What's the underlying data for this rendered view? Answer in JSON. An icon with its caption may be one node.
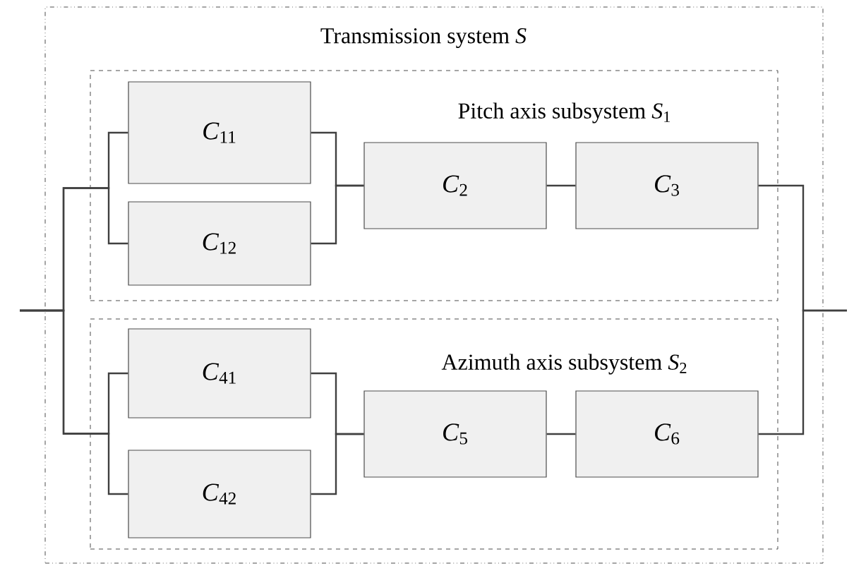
{
  "diagram": {
    "nodes": [
      {
        "text": [
          "Transmission system *S*"
        ]
      },
      {
        "text": [
          "Pitch axis subsystem *S*$_{1}$"
        ],
        "in": 0
      },
      {
        "text": [
          "*C*$_{11}$"
        ],
        "in": 1
      },
      {
        "text": [
          "*C*$_{12}$"
        ],
        "in": 1
      },
      {
        "text": [
          "*C*$_{2}$"
        ],
        "in": 1
      },
      {
        "text": [
          "*C*$_{3}$"
        ],
        "in": 1
      },
      {
        "text": [
          "Azimuth axis subsystem *S*$_{2}$"
        ],
        "in": 0
      },
      {
        "text": [
          "*C*$_{41}$"
        ],
        "in": 6
      },
      {
        "text": [
          "*C*$_{42}$"
        ],
        "in": 6
      },
      {
        "text": [
          "*C*$_{5}$"
        ],
        "in": 6
      },
      {
        "text": [
          "*C*$_{6}$"
        ],
        "in": 6
      }
    ],
    "edges": [
      {
        "from": null,
        "to": 2,
        "arrow": "none"
      },
      {
        "from": null,
        "to": 3,
        "arrow": "none"
      },
      {
        "from": null,
        "to": 7,
        "arrow": "none"
      },
      {
        "from": null,
        "to": 8,
        "arrow": "none"
      },
      {
        "from": 2,
        "to": 4,
        "arrow": "none"
      },
      {
        "from": 3,
        "to": 4,
        "arrow": "none"
      },
      {
        "from": 4,
        "to": 5,
        "arrow": "none"
      },
      {
        "from": 7,
        "to": 9,
        "arrow": "none"
      },
      {
        "from": 8,
        "to": 9,
        "arrow": "none"
      },
      {
        "from": 9,
        "to": 10,
        "arrow": "none"
      },
      {
        "from": 5,
        "to": null,
        "arrow": "none"
      },
      {
        "from": 10,
        "to": null,
        "arrow": "none"
      }
    ]
  }
}
